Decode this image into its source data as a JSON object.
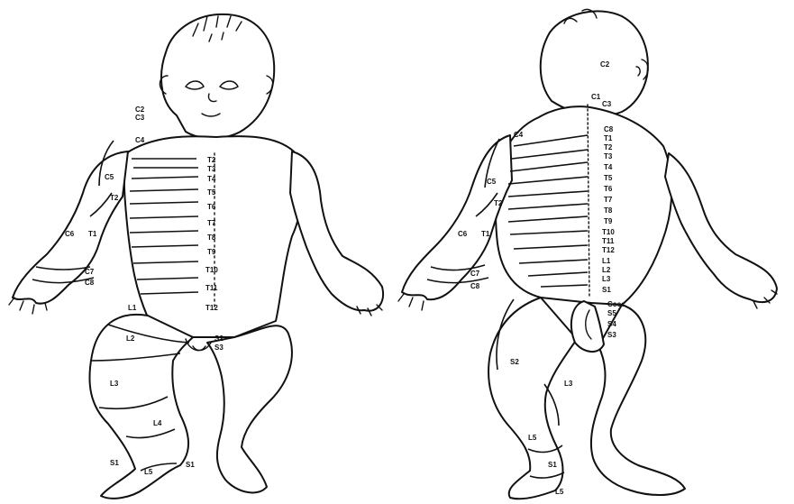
{
  "figure": {
    "front": {
      "neck_labels": [
        "C2",
        "C3"
      ],
      "shoulder_label": "C4",
      "arm_labels": [
        "C5",
        "T2",
        "C6",
        "T1",
        "C7",
        "C8"
      ],
      "trunk_labels": [
        "T2",
        "T3",
        "T4",
        "T5",
        "T6",
        "T7",
        "T8",
        "T9",
        "T10",
        "T11",
        "T12"
      ],
      "leg_labels": [
        "L1",
        "L2",
        "S2",
        "S3",
        "L3",
        "L4",
        "S1",
        "L5",
        "S1"
      ]
    },
    "back": {
      "head_label": "C2",
      "neck_labels": [
        "C1",
        "C3"
      ],
      "shoulder_label": "C4",
      "spine_labels": [
        "C8",
        "T1",
        "T2",
        "T3",
        "T4",
        "T5",
        "T6",
        "T7",
        "T8",
        "T9",
        "T10",
        "T11",
        "T12",
        "L1",
        "L2",
        "L3",
        "S1"
      ],
      "arm_labels": [
        "C5",
        "T2",
        "C6",
        "T1",
        "C7",
        "C8"
      ],
      "sacral_labels": [
        "Cocc",
        "S5",
        "S4",
        "S3"
      ],
      "leg_labels": [
        "S2",
        "L3",
        "L5",
        "S1",
        "L5"
      ]
    }
  }
}
